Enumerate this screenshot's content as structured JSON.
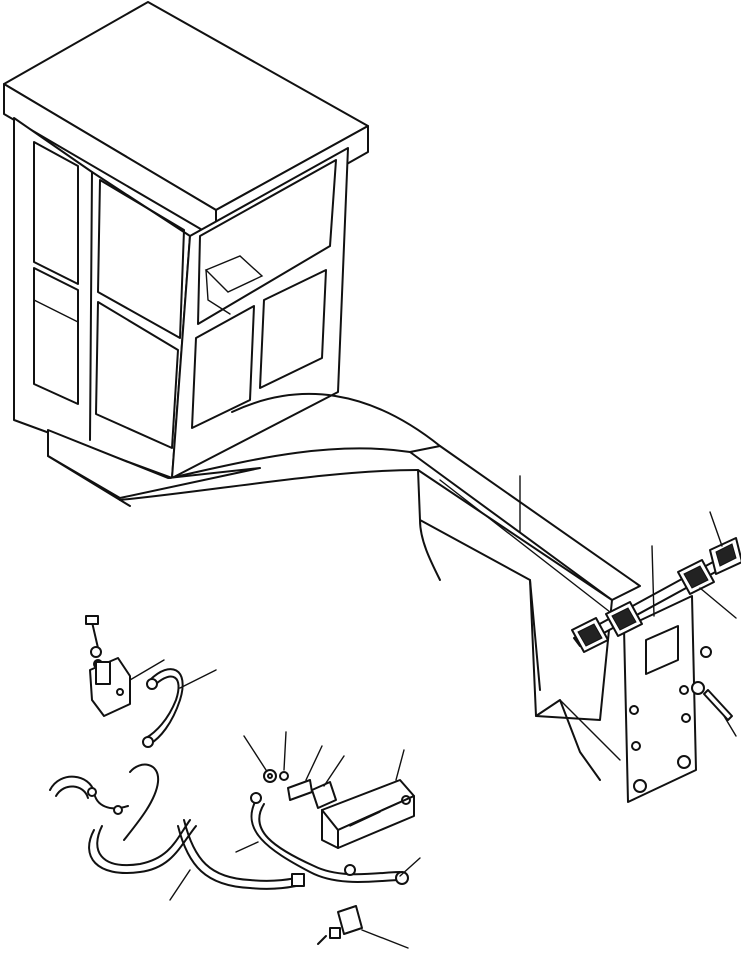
{
  "figure": {
    "kind": "exploded-parts-illustration",
    "colors": {
      "ink": "#111111",
      "paper": "#ffffff",
      "shade": "#d9d9d9"
    },
    "components": [
      "operator-cab",
      "boom",
      "light-bar",
      "work-lamp",
      "mounting-plate",
      "relay-valve-assembly",
      "wiring-harness",
      "junction-box",
      "toggle-switch",
      "cable",
      "bolt",
      "nut",
      "washer"
    ]
  }
}
